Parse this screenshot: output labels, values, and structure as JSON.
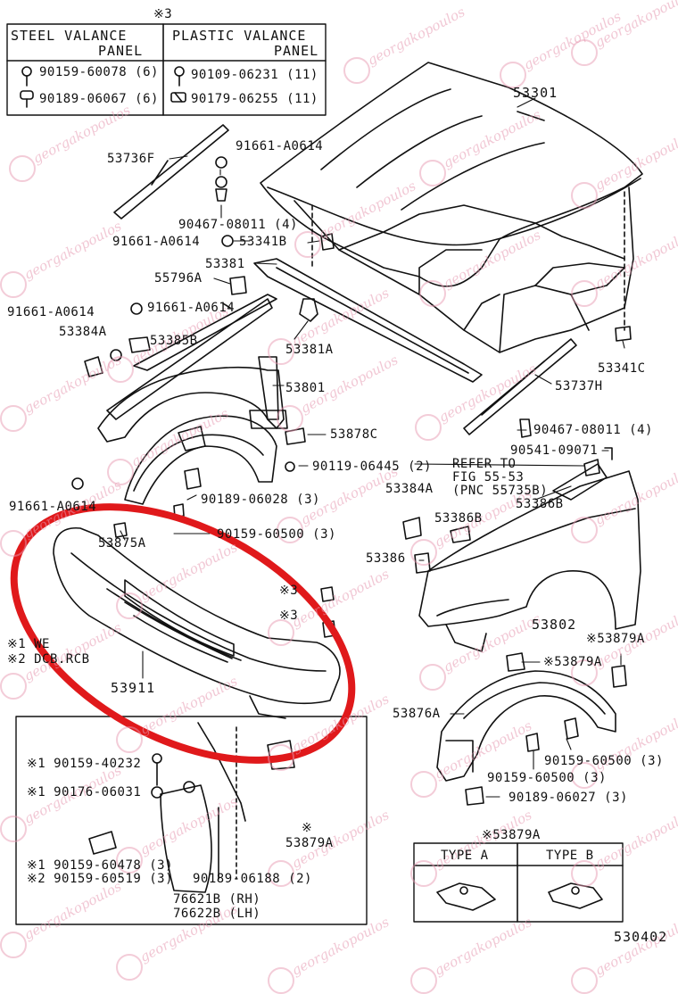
{
  "diagram_number": "530402",
  "fastener_table": {
    "note_mark": "※3",
    "col1_title_line1": "STEEL VALANCE",
    "col1_title_line2": "PANEL",
    "col2_title_line1": "PLASTIC VALANCE",
    "col2_title_line2": "PANEL",
    "col1_row1": "90159-60078 (6)",
    "col1_row2": "90189-06067 (6)",
    "col2_row1": "90109-06231 (11)",
    "col2_row2": "90179-06255 (11)"
  },
  "notes": {
    "note1": "※1 WE",
    "note2": "※2 DCB.RCB"
  },
  "labels": {
    "p53301": "53301",
    "p53736F": "53736F",
    "p91661a": "91661-A0614",
    "p90467a": "90467-08011 (4)",
    "p91661b": "91661-A0614",
    "p53341B": "53341B",
    "p53381": "53381",
    "p55796A": "55796A",
    "p91661c": "91661-A0614",
    "p91661d": "91661-A0614",
    "p53384A_l": "53384A",
    "p53385B": "53385B",
    "p53381A": "53381A",
    "p53341C": "53341C",
    "p53737H": "53737H",
    "p53801": "53801",
    "p90467b": "90467-08011 (4)",
    "p53878C": "53878C",
    "p90541": "90541-09071",
    "p90119": "90119-06445 (2)",
    "refer1": "REFER TO",
    "refer2": "FIG 55-53",
    "refer3": "(PNC 55735B)",
    "p53384A_r": "53384A",
    "p53386B_a": "53386B",
    "p90189a": "90189-06028 (3)",
    "p91661e": "91661-A0614",
    "p53386B_b": "53386B",
    "p90159a": "90159-60500 (3)",
    "p53875A": "53875A",
    "p53386": "53386",
    "x3": "※3",
    "x3b": "※3",
    "p53802": "53802",
    "p53879A_a": "※53879A",
    "p53879A_b": "※53879A",
    "p53911": "53911",
    "p53876A": "53876A",
    "p90159b": "90159-60500 (3)",
    "p90159c": "90159-60500 (3)",
    "p90189b": "90189-06027 (3)",
    "inset_a1": "※1 90159-40232",
    "inset_a2": "※1 90176-06031",
    "inset_a3": "※1 90159-60478 (3)",
    "inset_a4": "※2 90159-60519 (3)",
    "inset_a5": "90189-06188 (2)",
    "inset_a6": "※",
    "inset_a7": "53879A",
    "inset_a8": "76621B (RH)",
    "inset_a9": "76622B (LH)"
  },
  "type_table": {
    "title": "※53879A",
    "type_a": "TYPE A",
    "type_b": "TYPE B"
  },
  "watermark": {
    "text": "georgakopoulos"
  },
  "colors": {
    "line": "#111111",
    "highlight": "#e0191b",
    "watermark": "#e79ab2"
  }
}
